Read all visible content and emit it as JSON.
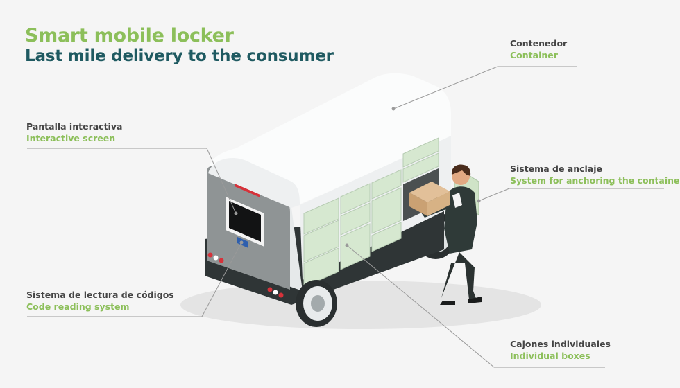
{
  "title": {
    "main": "Smart mobile locker",
    "sub": "Last mile delivery to the consumer"
  },
  "colors": {
    "title_green": "#8cbf5a",
    "title_teal": "#1f5a61",
    "label_dark": "#444444",
    "label_green": "#8cbf5a",
    "leader_line": "#9a9a9a",
    "locker_green": "#d6e8d0",
    "body_white": "#f4f6f7"
  },
  "labels": {
    "container": {
      "es": "Contenedor",
      "en": "Container"
    },
    "screen": {
      "es": "Pantalla interactiva",
      "en": "Interactive screen"
    },
    "anchoring": {
      "es": "Sistema de anclaje",
      "en": "System for anchoring the container"
    },
    "code_reader": {
      "es": "Sistema de lectura de códigos",
      "en": "Code reading system"
    },
    "boxes": {
      "es": "Cajones individuales",
      "en": "Individual boxes"
    }
  }
}
